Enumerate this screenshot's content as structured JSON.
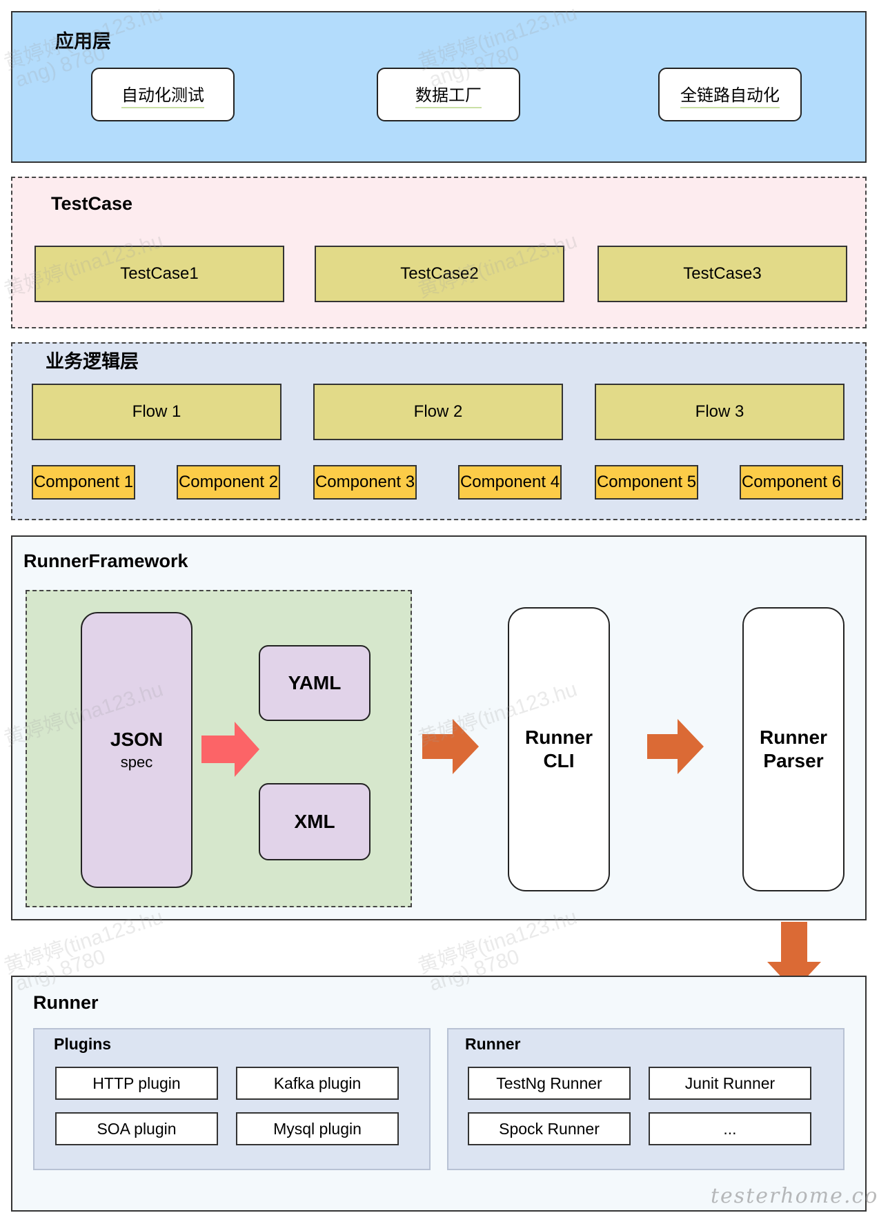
{
  "app_layer": {
    "title": "应用层",
    "items": [
      "自动化测试",
      "数据工厂",
      "全链路自动化"
    ]
  },
  "testcase_layer": {
    "title": "TestCase",
    "items": [
      "TestCase1",
      "TestCase2",
      "TestCase3"
    ]
  },
  "logic_layer": {
    "title": "业务逻辑层",
    "flows": [
      "Flow 1",
      "Flow 2",
      "Flow 3"
    ],
    "components": [
      "Component 1",
      "Component 2",
      "Component 3",
      "Component 4",
      "Component 5",
      "Component 6"
    ]
  },
  "runner_framework": {
    "title": "RunnerFramework",
    "json_title": "JSON",
    "json_sub": "spec",
    "yaml": "YAML",
    "xml": "XML",
    "cli_line1": "Runner",
    "cli_line2": "CLI",
    "parser_line1": "Runner",
    "parser_line2": "Parser"
  },
  "runner": {
    "title": "Runner",
    "plugins_title": "Plugins",
    "plugins": [
      "HTTP plugin",
      "Kafka plugin",
      "SOA plugin",
      "Mysql plugin"
    ],
    "runners_title": "Runner",
    "runners": [
      "TestNg Runner",
      "Junit Runner",
      "Spock Runner",
      "..."
    ]
  },
  "watermark": {
    "line1": "黄婷婷(tina123.hu",
    "line2": "ang) 8780",
    "brand": "testerhome.com"
  },
  "colors": {
    "app_layer_bg": "#b3dcfc",
    "testcase_bg": "#fdecef",
    "logic_bg": "#dce4f2",
    "flow_box": "#e2da88",
    "component_box": "#fccc48",
    "format_group_bg": "#d6e7cc",
    "format_box": "#e1d3e9",
    "arrow_red": "#fc6467",
    "arrow_orange": "#db6a35"
  }
}
